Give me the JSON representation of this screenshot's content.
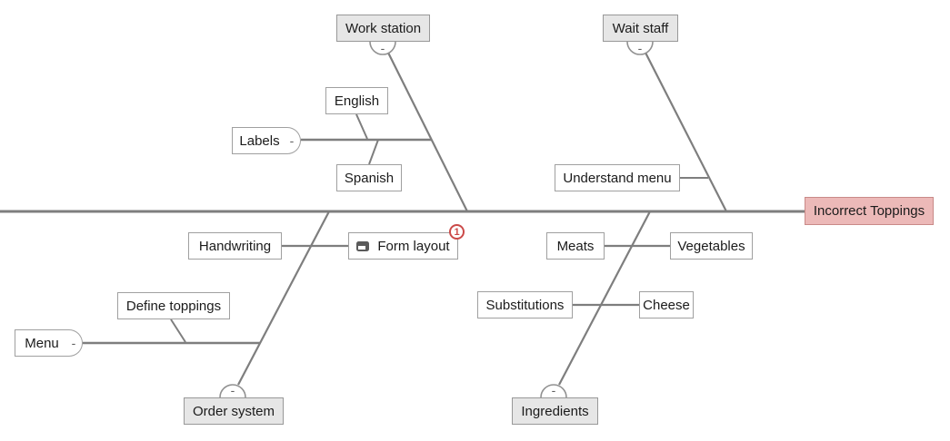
{
  "diagram_type": "fishbone-cause-effect",
  "effect": {
    "label": "Incorrect Toppings"
  },
  "categories": {
    "work_station": {
      "label": "Work station",
      "collapsed": false
    },
    "wait_staff": {
      "label": "Wait staff",
      "collapsed": false
    },
    "order_system": {
      "label": "Order system",
      "collapsed": false
    },
    "ingredients": {
      "label": "Ingredients",
      "collapsed": false
    }
  },
  "causes": {
    "labels": {
      "label": "Labels",
      "category": "Work station",
      "children": [
        "English",
        "Spanish"
      ]
    },
    "english": {
      "label": "English"
    },
    "spanish": {
      "label": "Spanish"
    },
    "understand_menu": {
      "label": "Understand menu",
      "category": "Wait staff"
    },
    "handwriting": {
      "label": "Handwriting",
      "category": "Order system"
    },
    "form_layout": {
      "label": "Form layout",
      "category": "Order system",
      "comment_count": "1"
    },
    "define_toppings": {
      "label": "Define toppings",
      "category": "Order system"
    },
    "menu": {
      "label": "Menu",
      "category": "Order system",
      "children": [
        "Define toppings"
      ]
    },
    "meats": {
      "label": "Meats",
      "category": "Ingredients"
    },
    "vegetables": {
      "label": "Vegetables",
      "category": "Ingredients"
    },
    "substitutions": {
      "label": "Substitutions",
      "category": "Ingredients"
    },
    "cheese": {
      "label": "Cheese",
      "category": "Ingredients"
    }
  },
  "glyphs": {
    "collapse_minus": "-"
  },
  "badge": {
    "count": "1"
  },
  "icons": {
    "form_layout_icon": "comment-icon"
  },
  "colors": {
    "line": "#7e7e7e",
    "category_fill": "#e6e6e6",
    "node_border": "#a0a0a0",
    "effect_fill": "#ecb9b8",
    "effect_border": "#c98a88",
    "badge_red": "#cb4a49",
    "text": "#1b1b1b"
  }
}
